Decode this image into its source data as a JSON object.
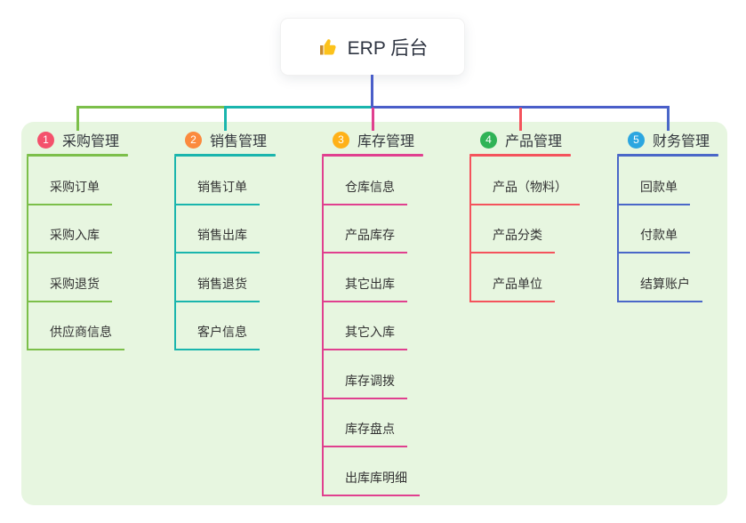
{
  "root": {
    "label": "ERP 后台",
    "icon": "thumbs-up-icon",
    "card_bg": "#ffffff",
    "text_color": "#2f3542"
  },
  "panel": {
    "bg_color": "#e7f6e0"
  },
  "trunk_color": "#4a5ec9",
  "branches": [
    {
      "badge": "1",
      "label": "采购管理",
      "badge_color": "#f4516c",
      "line_color": "#7cbf4a",
      "children": [
        "采购订单",
        "采购入库",
        "采购退货",
        "供应商信息"
      ]
    },
    {
      "badge": "2",
      "label": "销售管理",
      "badge_color": "#fb8a3e",
      "line_color": "#1ab5ad",
      "children": [
        "销售订单",
        "销售出库",
        "销售退货",
        "客户信息"
      ]
    },
    {
      "badge": "3",
      "label": "库存管理",
      "badge_color": "#ffb118",
      "line_color": "#e0408f",
      "children": [
        "仓库信息",
        "产品库存",
        "其它出库",
        "其它入库",
        "库存调拨",
        "库存盘点",
        "出库库明细"
      ]
    },
    {
      "badge": "4",
      "label": "产品管理",
      "badge_color": "#2fb356",
      "line_color": "#f4535c",
      "children": [
        "产品（物料）",
        "产品分类",
        "产品单位"
      ]
    },
    {
      "badge": "5",
      "label": "财务管理",
      "badge_color": "#2ba6e0",
      "line_color": "#4a67c8",
      "children": [
        "回款单",
        "付款单",
        "结算账户"
      ]
    }
  ]
}
